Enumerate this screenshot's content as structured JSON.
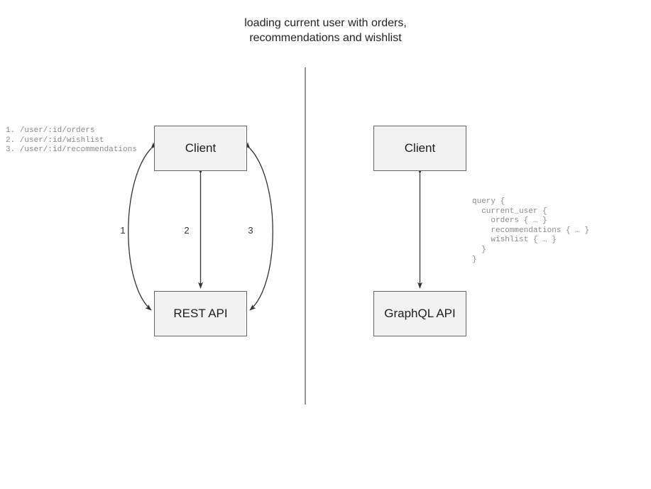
{
  "title": "loading current user with orders,\nrecommendations and wishlist",
  "divider": {
    "name": "vertical-divider",
    "color": "#7a7a7a"
  },
  "left_panel": {
    "nodes": {
      "client": "Client",
      "api": "REST API"
    },
    "edge_labels": [
      "1",
      "2",
      "3"
    ],
    "endpoint_list": "1. /user/:id/orders\n2. /user/:id/wishlist\n3. /user/:id/recommendations",
    "endpoints": [
      {
        "number": "1.",
        "path": "/user/:id/orders"
      },
      {
        "number": "2.",
        "path": "/user/:id/wishlist"
      },
      {
        "number": "3.",
        "path": "/user/:id/recommendations"
      }
    ]
  },
  "right_panel": {
    "nodes": {
      "client": "Client",
      "api": "GraphQL API"
    },
    "query": "query {\n  current_user {\n    orders { … }\n    recommendations { … }\n    wishlist { … }\n  }\n}",
    "query_lines": [
      "query {",
      "  current_user {",
      "    orders { … }",
      "    recommendations { … }",
      "    wishlist { … }",
      "  }",
      "}"
    ]
  },
  "colors": {
    "node_fill": "#f2f2f2",
    "node_border": "#666666",
    "edge_stroke": "#333333",
    "text": "#232323",
    "code_text": "#8a8a8a"
  }
}
